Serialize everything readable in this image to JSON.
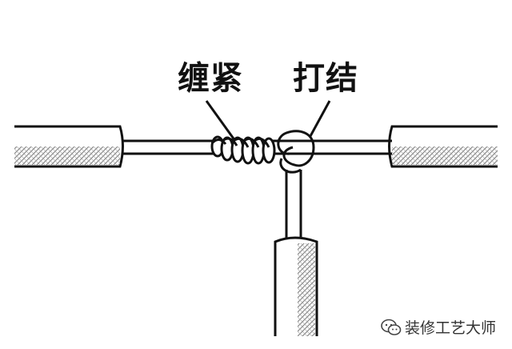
{
  "labels": {
    "wrap": "缠紧",
    "knot": "打结"
  },
  "watermark": {
    "icon": "wechat-icon",
    "text": "装修工艺大师"
  },
  "colors": {
    "line": "#111111",
    "background": "#ffffff",
    "insulation_hatch": "#8a8a8a"
  }
}
